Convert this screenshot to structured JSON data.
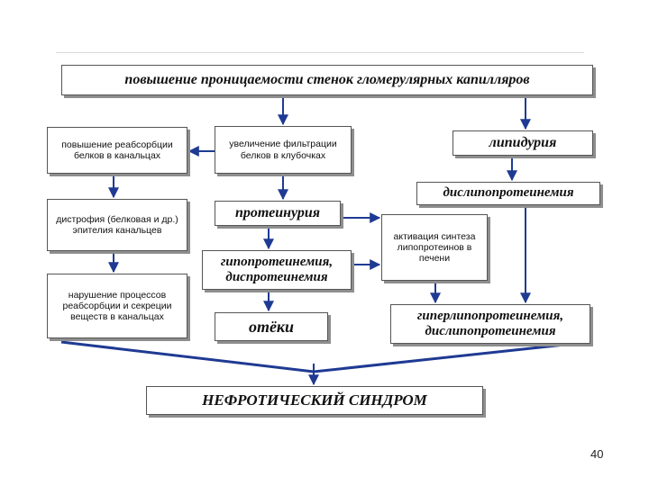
{
  "diagram": {
    "nodes": {
      "top": "повышение проницаемости стенок гломерулярных капилляров",
      "reabsorption": "повышение реабсорбции белков в канальцах",
      "filtration": "увеличение фильтрации белков в клубочках",
      "lipiduria": "липидурия",
      "dystrophy": "дистрофия (белковая и др.) эпителия канальцев",
      "proteinuria": "протеинурия",
      "dyslipo": "дислипопротеинемия",
      "activation": "активация синтеза липопротеинов в печени",
      "hypoprot": "гипопротеинемия, диспротеинемия",
      "disorder": "нарушение процессов реабсорбции и секреции веществ в канальцах",
      "hyperlipo": "гиперлипопротеинемия, дислипопротеинемия",
      "edema": "отёки",
      "final": "НЕФРОТИЧЕСКИЙ СИНДРОМ"
    }
  },
  "page_number": "40",
  "colors": {
    "arrow": "#1f3a93",
    "border": "#555555",
    "shadow": "#8e8e8e"
  }
}
